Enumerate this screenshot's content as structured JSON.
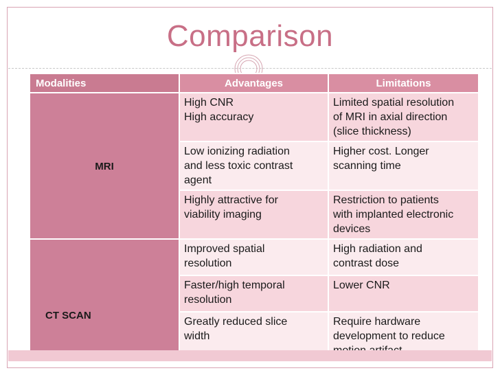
{
  "slide": {
    "title": "Comparison"
  },
  "table": {
    "headers": [
      "Modalities",
      "Advantages",
      "Limitations"
    ],
    "groups": [
      {
        "modality": "MRI",
        "rows": [
          {
            "advantage": [
              "High CNR",
              "High accuracy"
            ],
            "limitation": [
              "Limited spatial resolution",
              "of MRI in axial direction",
              "(slice thickness)"
            ]
          },
          {
            "advantage": [
              "Low ionizing radiation",
              "and less toxic contrast",
              "agent"
            ],
            "limitation": [
              "Higher cost. Longer",
              "scanning time"
            ]
          },
          {
            "advantage": [
              "Highly attractive for",
              "viability imaging"
            ],
            "limitation": [
              "Restriction to patients",
              "with implanted electronic",
              "devices"
            ]
          }
        ]
      },
      {
        "modality": "CT SCAN",
        "rows": [
          {
            "advantage": [
              "Improved spatial",
              "resolution"
            ],
            "limitation": [
              "High radiation and",
              "contrast dose"
            ]
          },
          {
            "advantage": [
              "Faster/high temporal",
              "resolution"
            ],
            "limitation": [
              "Lower CNR"
            ]
          },
          {
            "advantage": [
              "Greatly reduced slice",
              "width"
            ],
            "limitation": [
              "Require hardware",
              "development to reduce",
              "motion artifact"
            ]
          }
        ]
      }
    ]
  },
  "colors": {
    "title": "#c86f86",
    "header": "#d98ea2",
    "modality_cell": "#cd8098",
    "row_dark": "#f7d6dd",
    "row_light": "#fbebee"
  }
}
